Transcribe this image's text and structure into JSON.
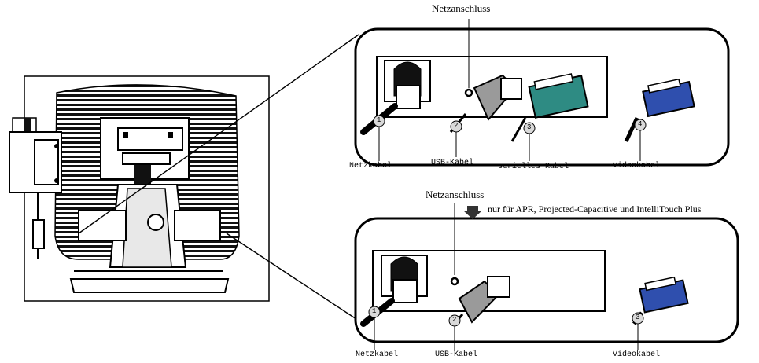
{
  "top": {
    "title": "Netzanschluss",
    "labels": {
      "power": "Netzkabel",
      "usb": "USB-Kabel",
      "serial": "serielles Kabel",
      "video": "Videokabel"
    },
    "numbers": [
      "1",
      "2",
      "3",
      "4"
    ]
  },
  "bottom": {
    "title": "Netzanschluss",
    "note": "nur für APR, Projected-Capacitive und IntelliTouch Plus",
    "labels": {
      "power": "Netzkabel",
      "usb": "USB-Kabel",
      "video": "Videokabel"
    },
    "numbers": [
      "1",
      "2",
      "3"
    ]
  },
  "colors": {
    "serial_connector": "#2e8b83",
    "video_connector": "#2f4fae",
    "usb_connector": "#9a9a9a",
    "line": "#000000"
  }
}
